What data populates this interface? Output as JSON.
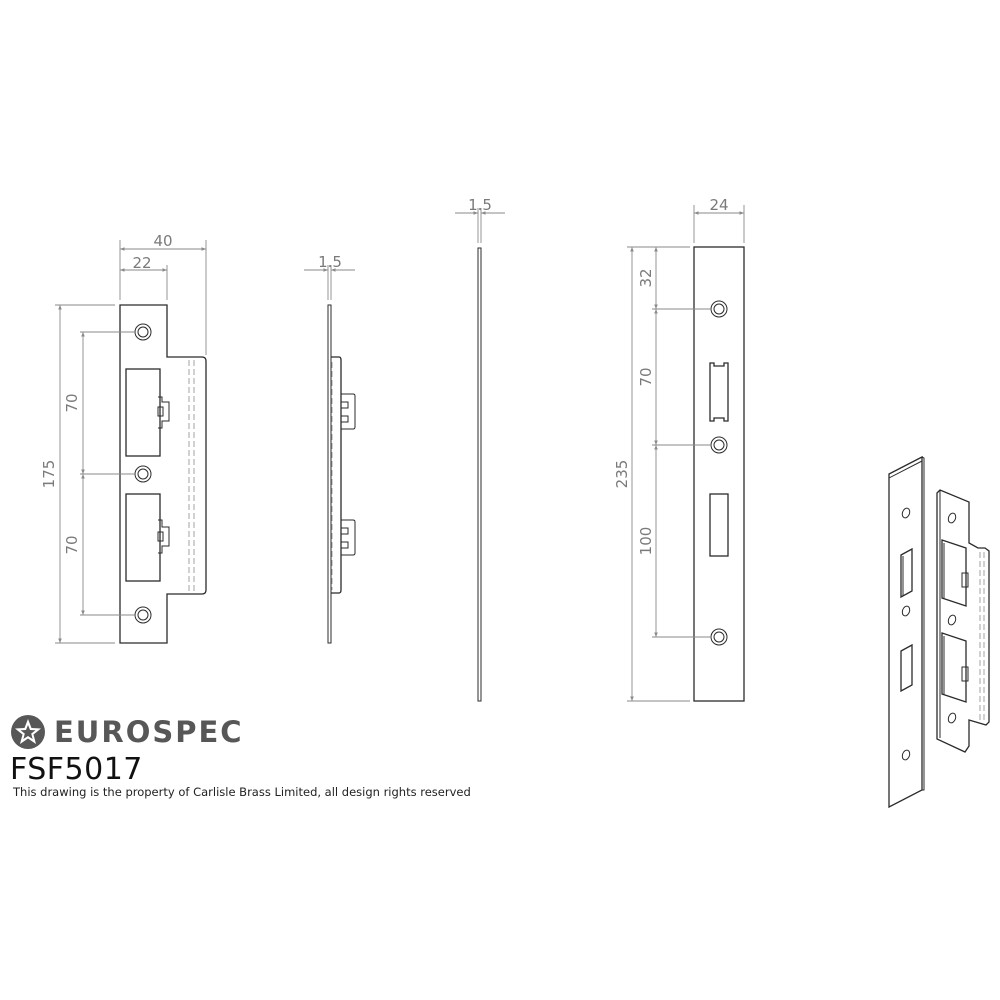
{
  "title_block": {
    "brand": "EUROSPEC",
    "brand_icon": "star-in-circle-icon",
    "product_code": "FSF5017",
    "copyright": "This drawing is the property of Carlisle Brass Limited, all design rights reserved"
  },
  "views": {
    "front_strike": {
      "dims": {
        "overall_width": "40",
        "plate_width": "22",
        "overall_height": "175",
        "upper_pitch": "70",
        "lower_pitch": "70"
      }
    },
    "side_strike": {
      "dims": {
        "thickness": "1.5"
      }
    },
    "side_forend": {
      "dims": {
        "thickness": "1.5"
      }
    },
    "front_forend": {
      "dims": {
        "width": "24",
        "overall_height": "235",
        "top_to_hole": "32",
        "upper_pitch": "70",
        "lower_pitch": "100"
      }
    },
    "isometric": {
      "label": "isometric-view"
    }
  },
  "colors": {
    "outline": "#2b2b2b",
    "dimension": "#8a8a8a",
    "brand_grey": "#575757"
  }
}
